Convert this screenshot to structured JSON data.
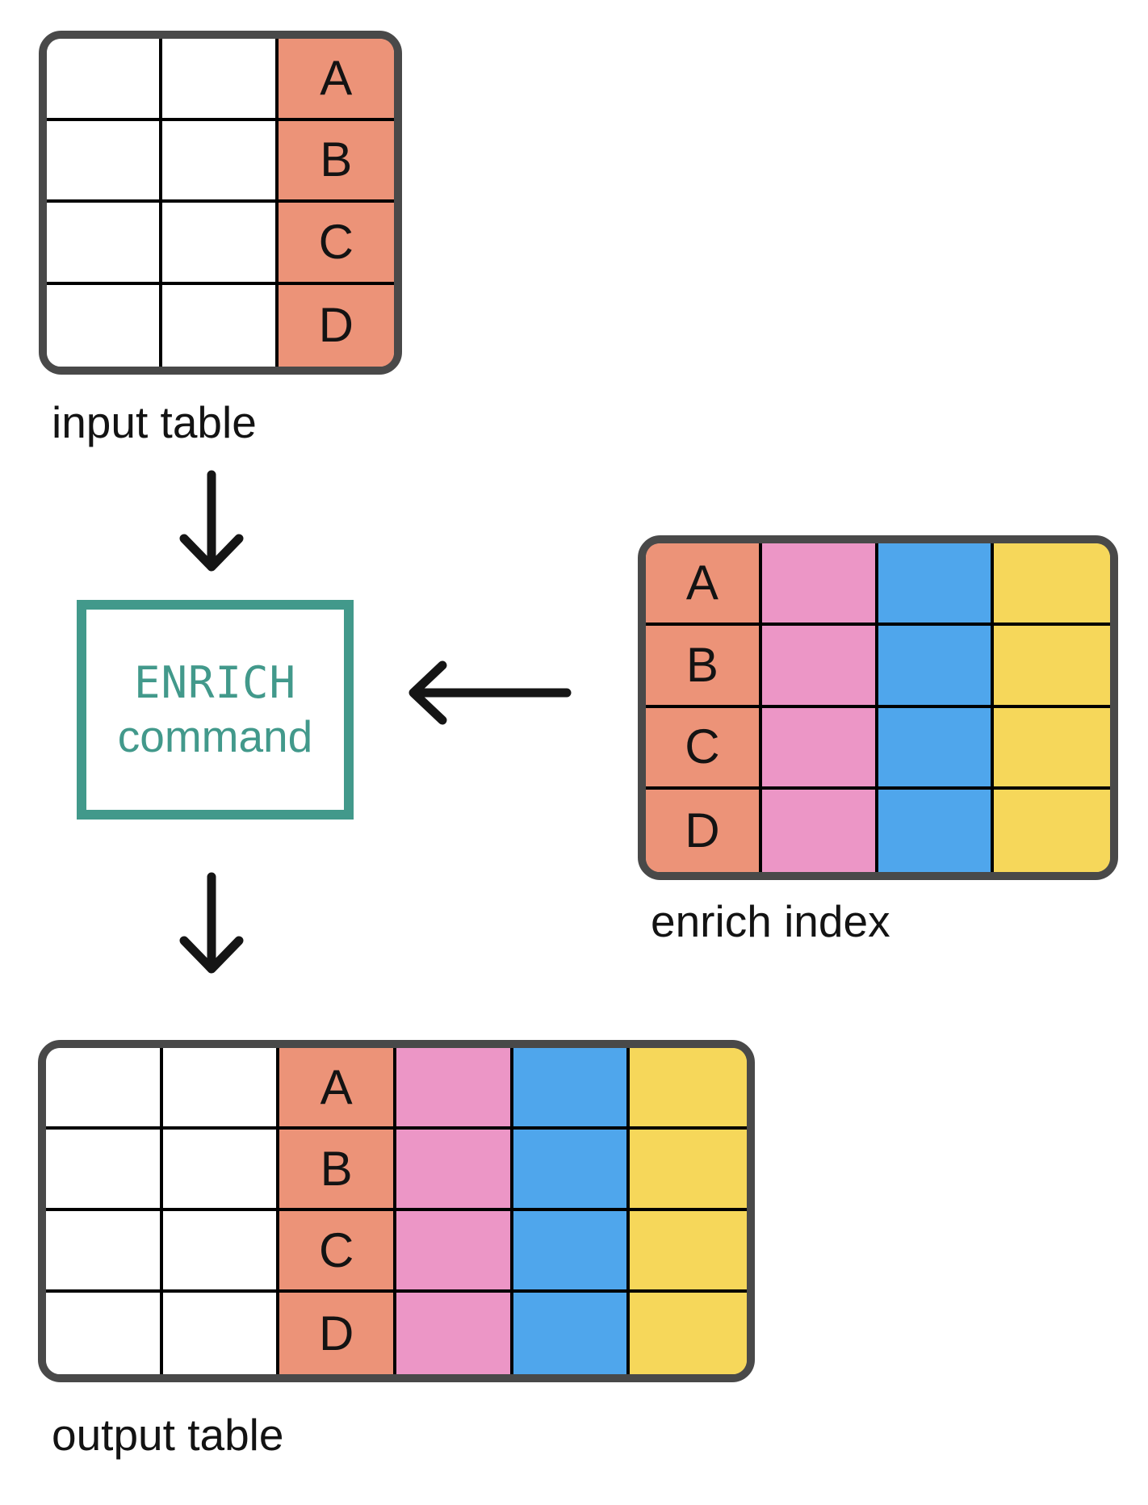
{
  "diagram": {
    "input_table": {
      "label": "input table",
      "key_rows": [
        "A",
        "B",
        "C",
        "D"
      ],
      "columns": [
        "white",
        "white",
        "salmon"
      ]
    },
    "command_box": {
      "line1": "ENRICH",
      "line2": "command"
    },
    "enrich_index": {
      "label": "enrich index",
      "key_rows": [
        "A",
        "B",
        "C",
        "D"
      ],
      "columns": [
        "salmon",
        "pink",
        "blue",
        "yellow"
      ]
    },
    "output_table": {
      "label": "output table",
      "key_rows": [
        "A",
        "B",
        "C",
        "D"
      ],
      "columns": [
        "white",
        "white",
        "salmon",
        "pink",
        "blue",
        "yellow"
      ]
    },
    "arrows": [
      {
        "name": "input-to-command",
        "direction": "down"
      },
      {
        "name": "index-to-command",
        "direction": "left"
      },
      {
        "name": "command-to-output",
        "direction": "down"
      }
    ]
  },
  "colors": {
    "salmon": "#EC9378",
    "pink": "#EC96C6",
    "blue": "#4FA6EC",
    "yellow": "#F6D75A",
    "teal": "#42998B",
    "frame": "#494949",
    "background": "#FFFFFF"
  }
}
